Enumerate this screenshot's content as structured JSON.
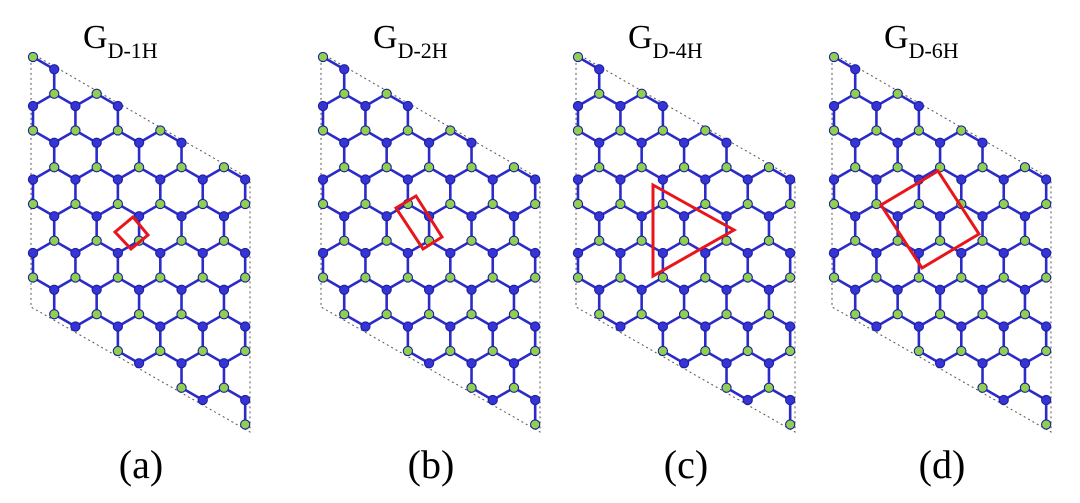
{
  "panels": [
    {
      "title_main": "G",
      "title_sub": "D-1H",
      "label": "(a)",
      "defect": "rhombus"
    },
    {
      "title_main": "G",
      "title_sub": "D-2H",
      "label": "(b)",
      "defect": "rectangle"
    },
    {
      "title_main": "G",
      "title_sub": "D-4H",
      "label": "(c)",
      "defect": "triangle"
    },
    {
      "title_main": "G",
      "title_sub": "D-6H",
      "label": "(d)",
      "defect": "square"
    }
  ],
  "colors": {
    "bond": "#2b2bc9",
    "atom_a": "#3535d6",
    "atom_b": "#8fd14f",
    "atom_outline": "#1e1e9e",
    "highlight": "#e8151b",
    "cell_edge": "#555555"
  }
}
